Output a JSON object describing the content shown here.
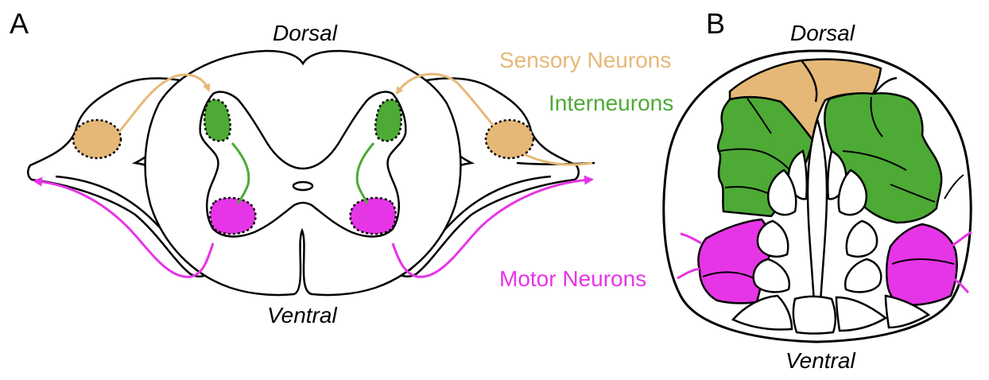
{
  "panels": {
    "a": "A",
    "b": "B"
  },
  "panel_a": {
    "top_label": "Dorsal",
    "bottom_label": "Ventral"
  },
  "panel_b": {
    "top_label": "Dorsal",
    "bottom_label": "Ventral"
  },
  "legend": {
    "sensory": {
      "label": "Sensory Neurons",
      "color": "#E6B877"
    },
    "inter": {
      "label": "Interneurons",
      "color": "#4DAA35"
    },
    "motor": {
      "label": "Motor Neurons",
      "color": "#E635E6"
    }
  }
}
